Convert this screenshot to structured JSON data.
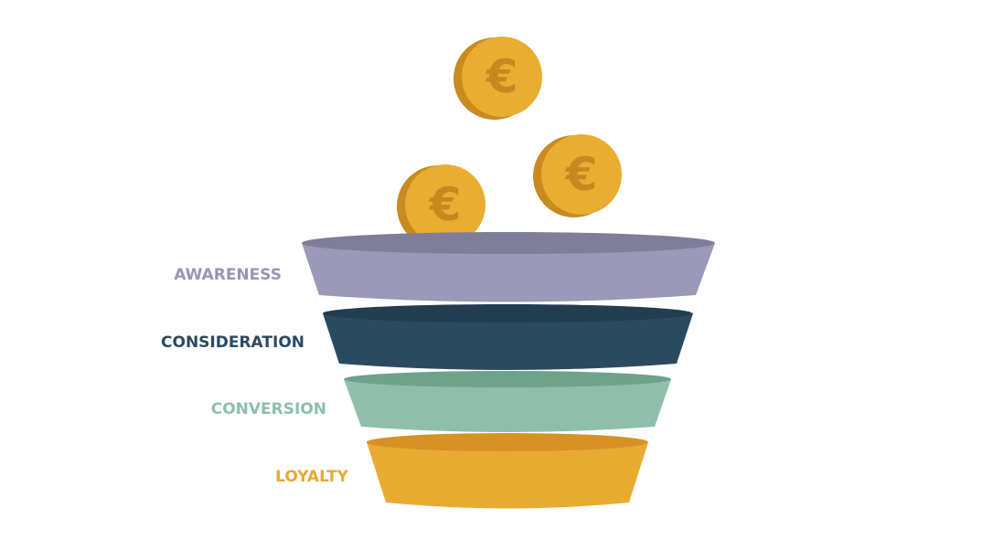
{
  "funnel": {
    "stages": [
      {
        "label": "AWARENESS",
        "color": "#9b98b8",
        "rim_color": "#7f7d98",
        "label_color": "#9896b5"
      },
      {
        "label": "CONSIDERATION",
        "color": "#2b4a5f",
        "rim_color": "#223d4f",
        "label_color": "#2b4a5f"
      },
      {
        "label": "CONVERSION",
        "color": "#8fbfaa",
        "rim_color": "#6fa28b",
        "label_color": "#8cc0ab"
      },
      {
        "label": "LOYALTY",
        "color": "#e8ab31",
        "rim_color": "#d79125",
        "label_color": "#e8a932"
      }
    ]
  },
  "coins": [
    {
      "symbol": "€",
      "face_color": "#e9ad32",
      "edge_color": "#c98a1f",
      "symbol_color": "#c9871f"
    },
    {
      "symbol": "€",
      "face_color": "#e9ad32",
      "edge_color": "#c98a1f",
      "symbol_color": "#c9871f"
    },
    {
      "symbol": "€",
      "face_color": "#e9ad32",
      "edge_color": "#c98a1f",
      "symbol_color": "#c9871f"
    }
  ]
}
